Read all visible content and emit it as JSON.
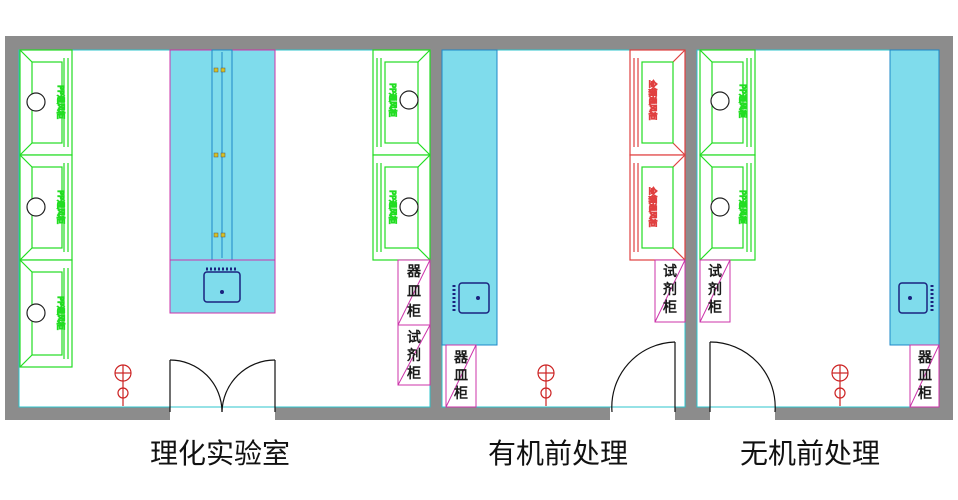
{
  "rooms": [
    {
      "name": "理化实验室"
    },
    {
      "name": "有机前处理"
    },
    {
      "name": "无机前处理"
    }
  ],
  "cabinet_labels": {
    "vessel": "器皿柜",
    "reagent": "试剂柜"
  },
  "hood_label": "PP通风柜",
  "uf_hood_label": "全钢通风柜",
  "colors": {
    "wall": "#8c8c8c",
    "bench_fill": "#7fdcec",
    "bench_stroke": "#1e88c8",
    "hood_stroke": "#22dd22",
    "cabinet_stroke": "#cc33aa",
    "hood_stroke_red": "#e04040"
  }
}
